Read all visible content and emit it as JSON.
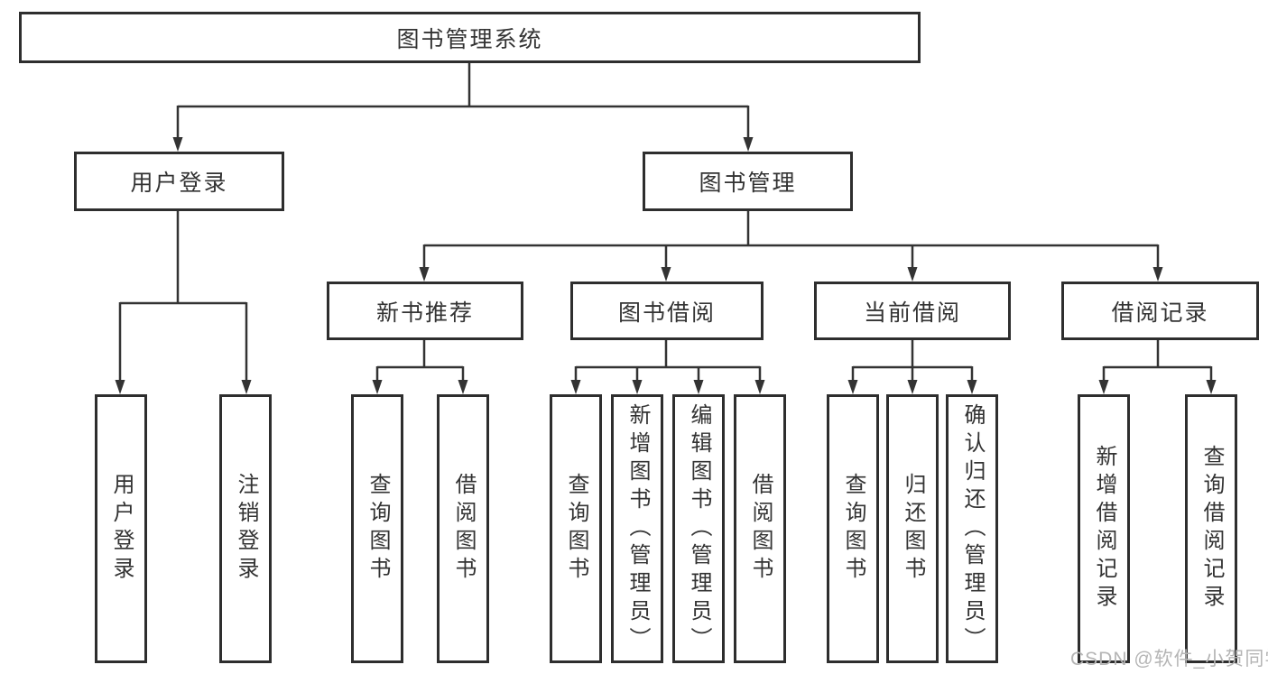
{
  "diagram": {
    "title": "图书管理系统",
    "level2": {
      "user_login": "用户登录",
      "book_management": "图书管理"
    },
    "level3": {
      "new_book": "新书推荐",
      "borrowing": "图书借阅",
      "current": "当前借阅",
      "records": "借阅记录"
    },
    "leaves": {
      "user_login": [
        "用户登录",
        "注销登录"
      ],
      "new_book": [
        "查询图书",
        "借阅图书"
      ],
      "borrowing": [
        "查询图书",
        "新增图书（管理员）",
        "编辑图书（管理员）",
        "借阅图书"
      ],
      "current": [
        "查询图书",
        "归还图书",
        "确认归还（管理员）"
      ],
      "records": [
        "新增借阅记录",
        "查询借阅记录"
      ]
    }
  },
  "watermark": "CSDN @软件_小贺同学",
  "colors": {
    "line": "#333333",
    "box_border": "#2e2e2e",
    "text": "#333333",
    "watermark": "#b5b5b5",
    "background": "#ffffff"
  }
}
